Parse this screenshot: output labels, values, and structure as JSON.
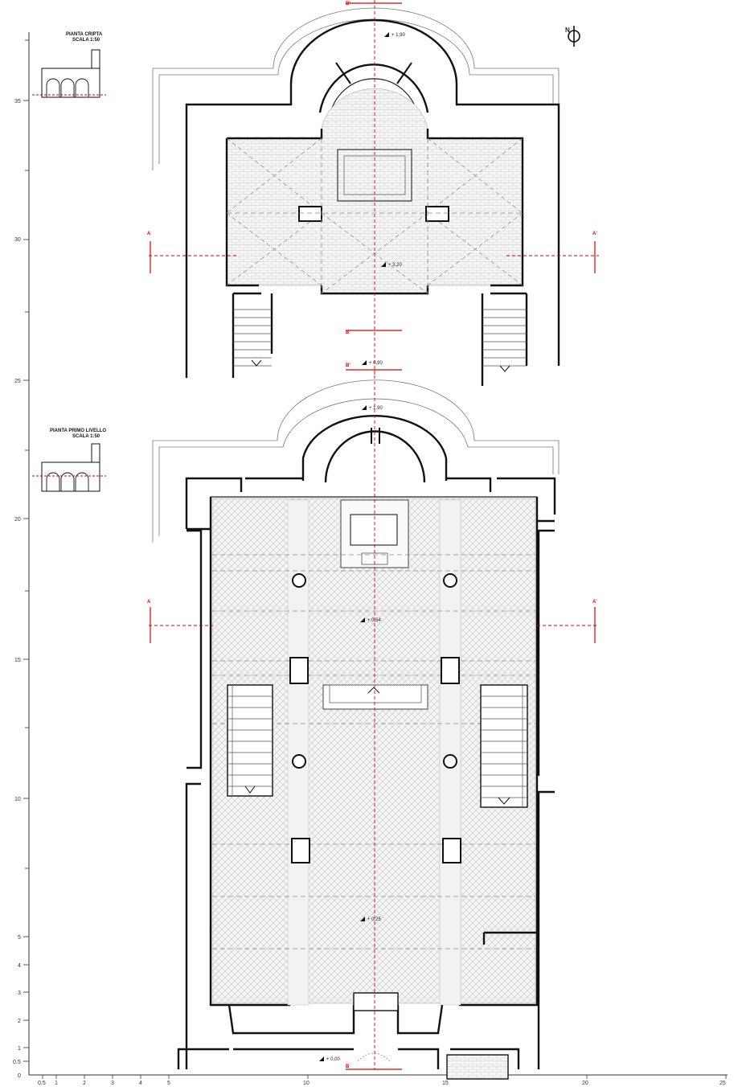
{
  "north_mark": "N",
  "plans": [
    {
      "title_line1": "PIANTA CRIPTA",
      "title_line2": "SCALA 1:50",
      "elevations": [
        "+ 1,90",
        "+ 3,20"
      ]
    },
    {
      "title_line1": "PIANTA PRIMO LIVELLO",
      "title_line2": "SCALA 1:50",
      "elevations": [
        "+ 0,90",
        "+ 1,90",
        "+ 0,54",
        "+ 0,25",
        "+ 0,00"
      ]
    }
  ],
  "section_marks": {
    "a": "A",
    "a_prime": "A'",
    "b": "B",
    "b_prime": "B'"
  },
  "vertical_scale": [
    "35",
    "30",
    "25",
    "20",
    "15",
    "10",
    "5",
    "4",
    "3",
    "2",
    "1",
    "0.5",
    "0"
  ],
  "horizontal_scale": [
    "0.5",
    "1",
    "2",
    "3",
    "4",
    "5",
    "10",
    "15",
    "20",
    "25"
  ],
  "colors": {
    "walls": "#111111",
    "section_lines": "#e00000",
    "hatch": "#bdbdbd"
  }
}
